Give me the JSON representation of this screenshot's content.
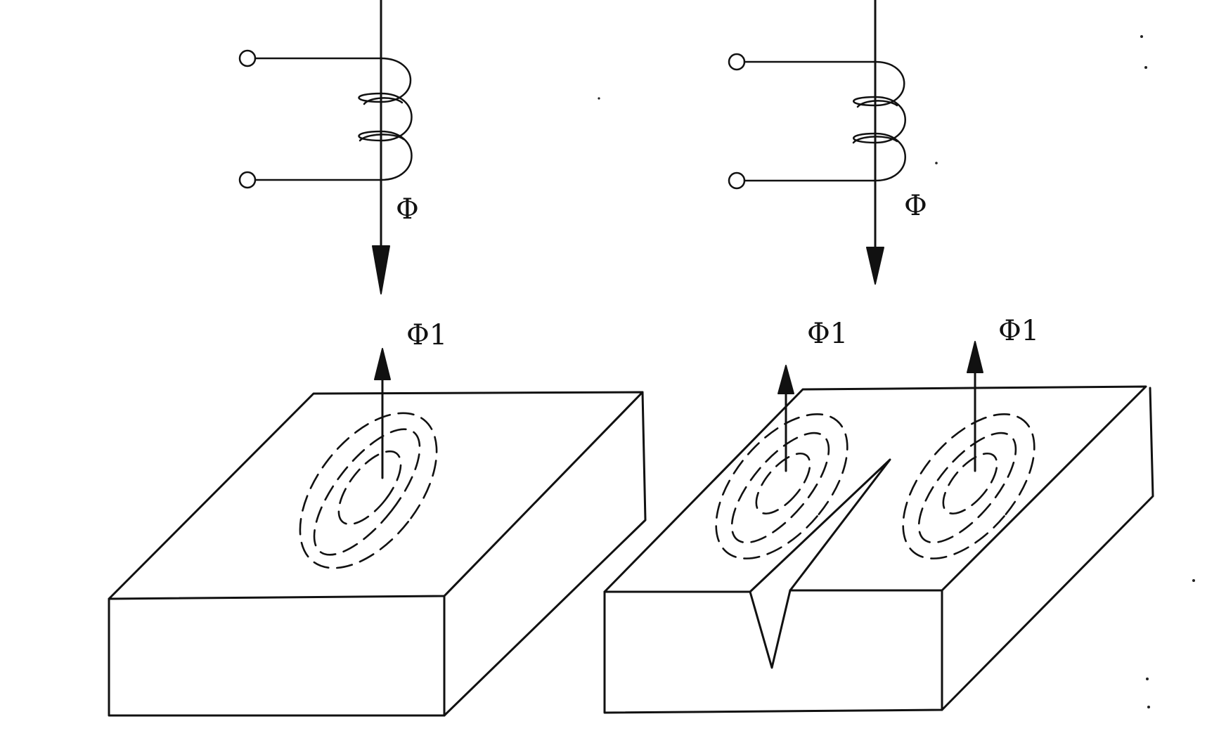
{
  "diagram": {
    "left_panel": {
      "coil_flux_label": "Φ",
      "induced_flux_label": "Φ1"
    },
    "right_panel": {
      "coil_flux_label": "Φ",
      "induced_flux_label_left": "Φ1",
      "induced_flux_label_right": "Φ1"
    },
    "colors": {
      "ink": "#111111",
      "background": "#ffffff"
    }
  }
}
